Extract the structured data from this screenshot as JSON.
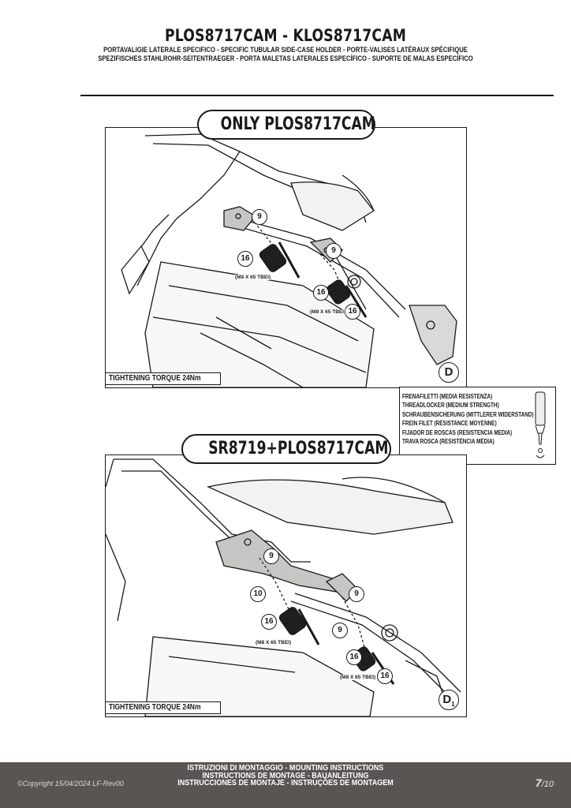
{
  "header": {
    "title": "PLOS8717CAM - KLOS8717CAM",
    "line1": "PORTAVALIGIE LATERALE SPECIFICO  -  SPECIFIC TUBULAR SIDE-CASE HOLDER  - PORTE-VALISES LATÉRAUX SPÉCIFIQUE",
    "line2": "SPEZIFISCHES STAHLROHR-SEITENTRAEGER - PORTA MALETAS LATERALES ESPECÍFICO - SUPORTE DE MALAS ESPECÍFICO"
  },
  "panel_top": {
    "label": "ONLY PLOS8717CAM",
    "torque": "TIGHTENING TORQUE 24Nm",
    "step_letter": "D",
    "badges": [
      "9",
      "16",
      "9",
      "16",
      "16"
    ],
    "screw_spec_1": "(M8 X 65 TBEI)",
    "screw_spec_2": "(M8 X 65 TBEI)"
  },
  "threadlocker": {
    "lines": [
      "FRENAFILETTI (MEDIA RESISTENZA)",
      "THREADLOCKER (MEDIUM STRENGTH)",
      "SCHRAUBENSICHERUNG (MITTLERER WIDERSTAND)",
      "FREIN FILET (RÉSISTANCE MOYENNE)",
      "FIJADOR DE ROSCAS (RESISTENCIA MEDIA)",
      "TRAVA ROSCA (RESISTÊNCIA MÉDIA)"
    ]
  },
  "panel_bottom": {
    "label": "SR8719+PLOS8717CAM",
    "torque": "TIGHTENING TORQUE 24Nm",
    "step_letter": "D",
    "step_sub": "1",
    "badges": [
      "9",
      "10",
      "9",
      "16",
      "9",
      "16",
      "16"
    ],
    "screw_spec_1": "(M8 X 65 TBEI)",
    "screw_spec_2": "(M8 X 65 TBEI)"
  },
  "footer": {
    "lines": [
      "ISTRUZIONI DI MONTAGGIO  -  MOUNTING INSTRUCTIONS",
      "INSTRUCTIONS DE MONTAGE - BAUANLEITUNG",
      "INSTRUCCIONES DE MONTAJE - INSTRUÇÕES DE MONTAGEM"
    ],
    "copyright": "©Copyright 15/04/2024 LF-Rev00",
    "page_num": "7",
    "page_total": "/10"
  },
  "colors": {
    "footer_bg": "#5a5553",
    "line": "#1a1a1a",
    "part_fill": "#c8c6c4"
  }
}
